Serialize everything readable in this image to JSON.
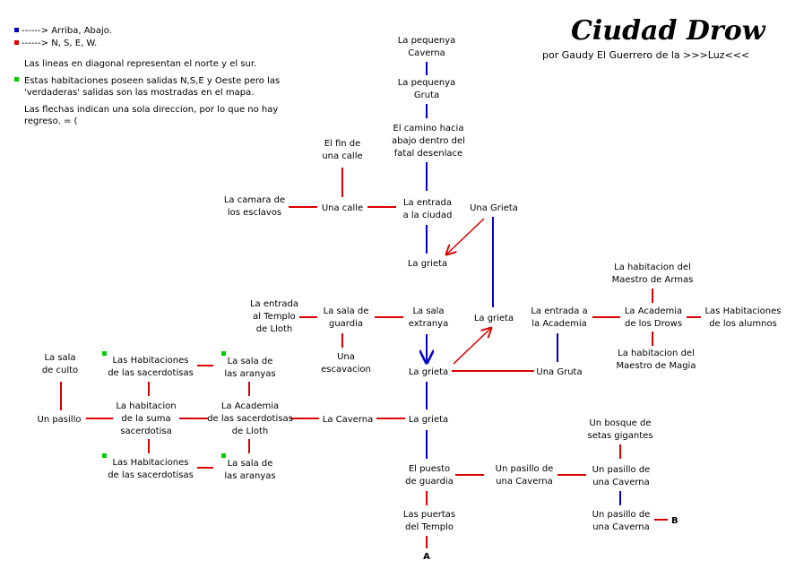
{
  "title": "Ciudad Drow",
  "credit": "por  Gaudy  El  Guerrero  de  la  >>>Luz<<<",
  "colors": {
    "blue": "#0000cc",
    "red": "#dd0000",
    "green": "#00cc00",
    "arrow": "#dd0000"
  },
  "legend": {
    "blue_line": "------> Arriba, Abajo.",
    "red_line": "------> N, S, E, W.",
    "diagonal": "Las lineas en diagonal representan el norte y el sur.",
    "green_1": "Estas habitaciones poseen salidas N,S,E y Oeste pero las",
    "green_2": "'verdaderas' salidas son las mostradas en el mapa.",
    "arrows_1": "Las flechas indican una sola direccion, por lo que no hay",
    "arrows_2": "regreso. = ("
  },
  "nodes": {
    "pequenya_caverna": [
      "La pequenya",
      "Caverna"
    ],
    "pequenya_gruta": [
      "La pequenya",
      "Gruta"
    ],
    "camino": [
      "El camino hacia",
      "abajo dentro del",
      "fatal desenlace"
    ],
    "fin_calle": [
      "El fin de",
      "una calle"
    ],
    "camara_esclavos": [
      "La camara de",
      "los esclavos"
    ],
    "una_calle": [
      "Una calle"
    ],
    "entrada_ciudad": [
      "La entrada",
      "a la ciudad"
    ],
    "una_grieta_top": [
      "Una Grieta"
    ],
    "grieta_1": [
      "La grieta"
    ],
    "entrada_templo": [
      "La entrada",
      "al Templo",
      "de Lloth"
    ],
    "sala_guardia": [
      "La sala de",
      "guardia"
    ],
    "sala_extranya": [
      "La sala",
      "extranya"
    ],
    "grieta_right": [
      "La grieta"
    ],
    "entrada_academia": [
      "La entrada a",
      "la Academia"
    ],
    "academia_drows": [
      "La Academia",
      "de los Drows"
    ],
    "hab_maestro_armas": [
      "La habitacion del",
      "Maestro de Armas"
    ],
    "hab_alumnos": [
      "Las Habitaciones",
      "de los alumnos"
    ],
    "hab_maestro_magia": [
      "La habitacion del",
      "Maestro de Magia"
    ],
    "escavacion": [
      "Una",
      "escavacion"
    ],
    "sala_culto": [
      "La sala",
      "de culto"
    ],
    "hab_sacerdotisas_top": [
      "Las Habitaciones",
      "de las sacerdotisas"
    ],
    "sala_aranyas_top": [
      "La sala de",
      "las aranyas"
    ],
    "grieta_2": [
      "La grieta"
    ],
    "una_gruta": [
      "Una Gruta"
    ],
    "un_pasillo": [
      "Un pasillo"
    ],
    "hab_suma": [
      "La habitacion",
      "de la suma",
      "sacerdotisa"
    ],
    "academia_sacerdotisas": [
      "La Academia",
      "de las sacerdotisas",
      "de Lloth"
    ],
    "la_caverna": [
      "La Caverna"
    ],
    "grieta_3": [
      "La grieta"
    ],
    "bosque_setas": [
      "Un bosque de",
      "setas gigantes"
    ],
    "hab_sacerdotisas_bot": [
      "Las Habitaciones",
      "de las sacerdotisas"
    ],
    "sala_aranyas_bot": [
      "La sala de",
      "las aranyas"
    ],
    "puesto_guardia": [
      "El puesto",
      "de guardia"
    ],
    "pasillo_caverna_1": [
      "Un pasillo de",
      "una Caverna"
    ],
    "pasillo_caverna_2": [
      "Un pasillo de",
      "una Caverna"
    ],
    "pasillo_caverna_3": [
      "Un pasillo de",
      "una Caverna"
    ],
    "puertas_templo": [
      "Las puertas",
      "del Templo"
    ]
  },
  "markers": {
    "a": "A",
    "b": "B"
  }
}
